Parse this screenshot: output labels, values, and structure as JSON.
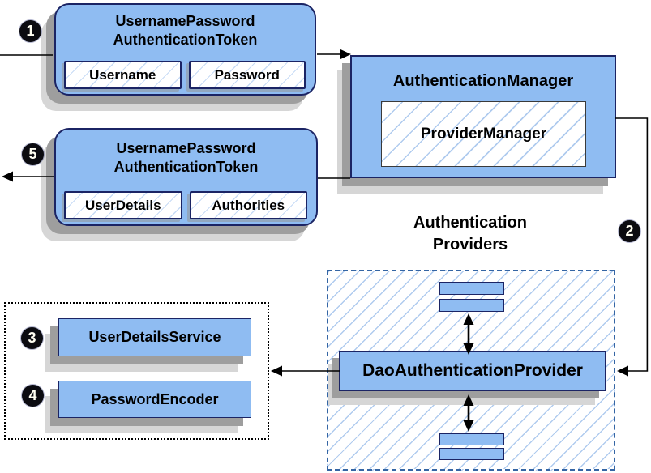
{
  "steps": {
    "s1": "1",
    "s2": "2",
    "s3": "3",
    "s4": "4",
    "s5": "5"
  },
  "request_token": {
    "title1": "UsernamePassword",
    "title2": "AuthenticationToken",
    "fields": [
      "Username",
      "Password"
    ]
  },
  "auth_manager": {
    "title": "AuthenticationManager",
    "provider_manager": "ProviderManager"
  },
  "response_token": {
    "title1": "UsernamePassword",
    "title2": "AuthenticationToken",
    "fields": [
      "UserDetails",
      "Authorities"
    ]
  },
  "providers": {
    "label1": "Authentication",
    "label2": "Providers",
    "dao": "DaoAuthenticationProvider"
  },
  "services": {
    "user_details": "UserDetailsService",
    "password_encoder": "PasswordEncoder"
  },
  "colors": {
    "node_fill": "#8fbcf2",
    "node_border": "#1b2464",
    "shadow_dark": "#9e9e9e",
    "shadow_light": "#d6d6d6",
    "dashed_border": "#3465a4"
  }
}
